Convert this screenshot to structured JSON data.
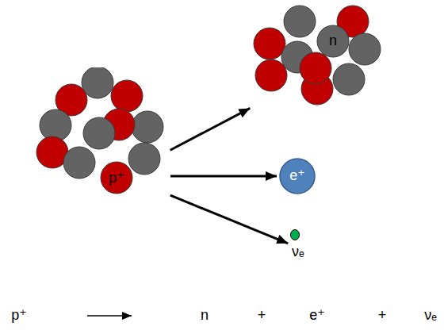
{
  "diagram": {
    "nodes": [
      {
        "text": [
          "p⁺"
        ]
      },
      {
        "text": [
          "n"
        ]
      },
      {
        "text": [
          "e⁺"
        ]
      },
      {
        "text": [
          "νₑ"
        ]
      }
    ],
    "edges": [
      {
        "from": 0,
        "to": 1,
        "arrow": "to"
      },
      {
        "from": 0,
        "to": 2,
        "arrow": "to"
      },
      {
        "from": 0,
        "to": 3,
        "arrow": "to"
      }
    ],
    "labels": [
      "p⁺",
      "n",
      "+",
      "e⁺",
      "+",
      "νₑ"
    ]
  }
}
